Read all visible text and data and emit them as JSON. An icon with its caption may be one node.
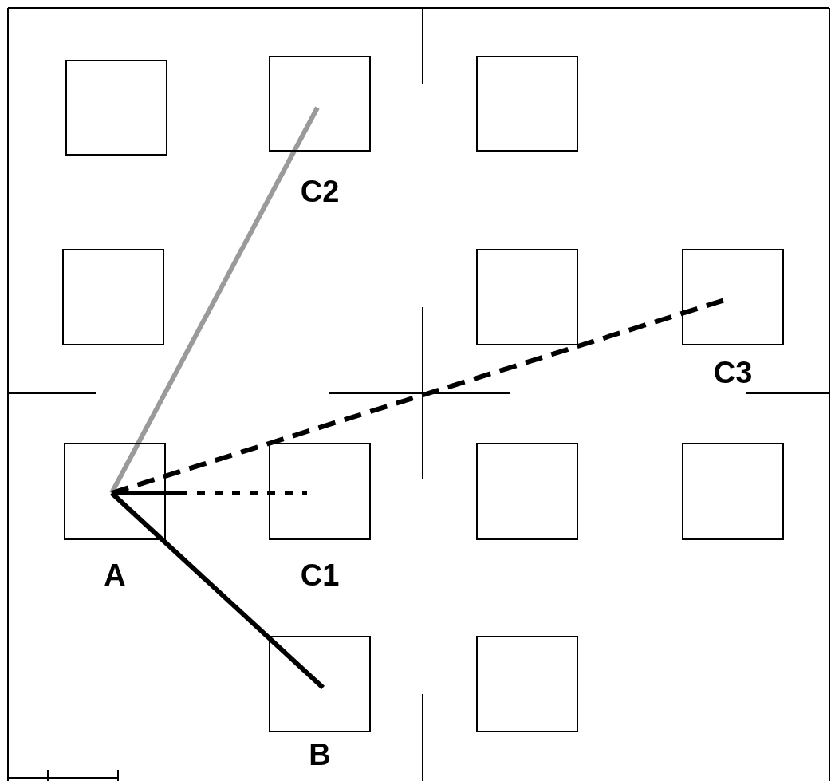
{
  "diagram": {
    "nodes": [
      {
        "text": [],
        "shape": "box"
      },
      {
        "text": [
          "C2"
        ]
      },
      {
        "text": [],
        "shape": "box"
      },
      {
        "text": [],
        "shape": "box"
      },
      {
        "text": [],
        "shape": "box"
      },
      {
        "text": [
          "C3"
        ]
      },
      {
        "text": [
          "A"
        ]
      },
      {
        "text": [
          "C1"
        ]
      },
      {
        "text": [],
        "shape": "box"
      },
      {
        "text": [],
        "shape": "box"
      },
      {
        "text": [
          "B"
        ]
      },
      {
        "text": [],
        "shape": "box"
      }
    ],
    "edges": [
      {
        "from": 6,
        "to": 10,
        "arrow": "none"
      },
      {
        "from": 6,
        "to": 7,
        "arrow": "none",
        "style": "dashed"
      },
      {
        "from": 6,
        "to": 1,
        "arrow": "none",
        "color": "#9a9a9a"
      },
      {
        "from": 6,
        "to": 5,
        "arrow": "none",
        "style": "dashed"
      }
    ]
  }
}
